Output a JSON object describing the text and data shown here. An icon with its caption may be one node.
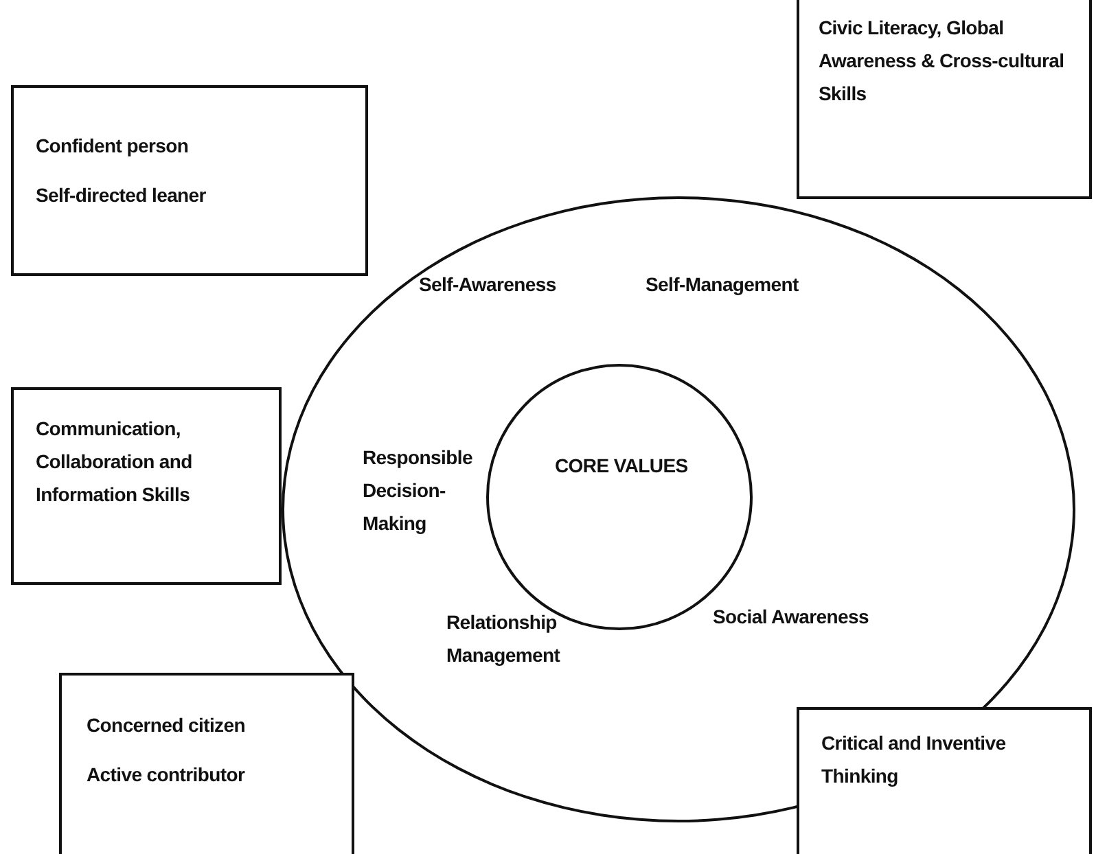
{
  "diagram": {
    "nodes": [
      {
        "text": [
          "Confident person",
          "Self-directed leaner"
        ]
      },
      {
        "text": [
          "Civic Literacy, Global Awareness & Cross-cultural Skills"
        ]
      },
      {
        "text": [
          "Self-Awareness",
          "Self-Management",
          "Responsible Decision-Making",
          "Relationship Management",
          "Social Awareness"
        ]
      },
      {
        "text": [
          "CORE VALUES"
        ],
        "in": 2
      },
      {
        "text": [
          "Communication, Collaboration and Information Skills"
        ]
      },
      {
        "text": [
          "Concerned citizen",
          "Active contributor"
        ]
      },
      {
        "text": [
          "Critical and Inventive Thinking"
        ]
      }
    ]
  }
}
